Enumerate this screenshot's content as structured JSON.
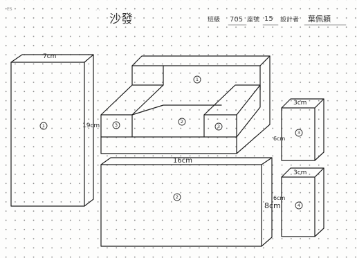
{
  "header": {
    "corner_mark": "ES",
    "page_mark": "· ·",
    "title": "沙發",
    "class_label": "班級",
    "class_value": "705",
    "seat_label": "座號",
    "seat_value": "15",
    "designer_label": "設計者",
    "designer_value": "葉佩穎"
  },
  "pieces": {
    "backrest_panel": {
      "number": "1",
      "dim_top": "7cm",
      "dim_side": "19cm"
    },
    "sofa_assembled": {
      "back_number": "1",
      "seat_number": "2",
      "arm_left_number": "3",
      "arm_right_number": "3"
    },
    "seat_panel": {
      "number": "2",
      "dim_top": "16cm",
      "dim_side": "8cm"
    },
    "armrest_upper": {
      "number": "3",
      "dim_top": "3cm",
      "dim_side": "6cm"
    },
    "armrest_lower": {
      "number": "4",
      "dim_top": "3cm",
      "dim_side": "6cm"
    }
  },
  "colors": {
    "ink": "#1c1c1c",
    "paper": "#fdfdfc",
    "grid_dot": "#8a8a8a"
  }
}
